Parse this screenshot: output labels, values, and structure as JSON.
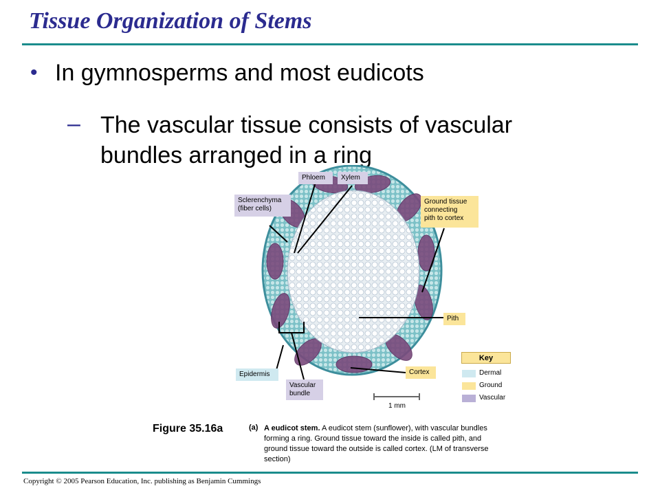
{
  "slide": {
    "title": "Tissue Organization of Stems",
    "bullet": "In gymnosperms and most eudicots",
    "sub_bullet": "The vascular tissue consists of vascular bundles arranged in a ring"
  },
  "figure": {
    "labels": {
      "phloem": "Phloem",
      "xylem": "Xylem",
      "sclerenchyma": "Sclerenchyma\n(fiber cells)",
      "ground_tissue": "Ground tissue\nconnecting\npith to cortex",
      "pith": "Pith",
      "epidermis": "Epidermis",
      "vascular_bundle": "Vascular\nbundle",
      "cortex": "Cortex"
    },
    "scale_bar": "1 mm",
    "key": {
      "title": "Key",
      "items": [
        {
          "label": "Dermal",
          "color": "#cfe9f0"
        },
        {
          "label": "Ground",
          "color": "#fbe59a"
        },
        {
          "label": "Vascular",
          "color": "#b9b0d6"
        }
      ]
    },
    "figure_label": "Figure 35.16a",
    "caption_letter": "(a)",
    "caption_bold": "A eudicot stem.",
    "caption_text": "A eudicot stem (sunflower), with vascular bundles forming a ring. Ground tissue toward the inside is called pith, and ground tissue toward the outside is called cortex. (LM of transverse section)"
  },
  "footer": {
    "copyright": "Copyright © 2005 Pearson Education, Inc. publishing as Benjamin Cummings"
  },
  "colors": {
    "title": "#2b2b8f",
    "rule": "#1a8c8c"
  }
}
